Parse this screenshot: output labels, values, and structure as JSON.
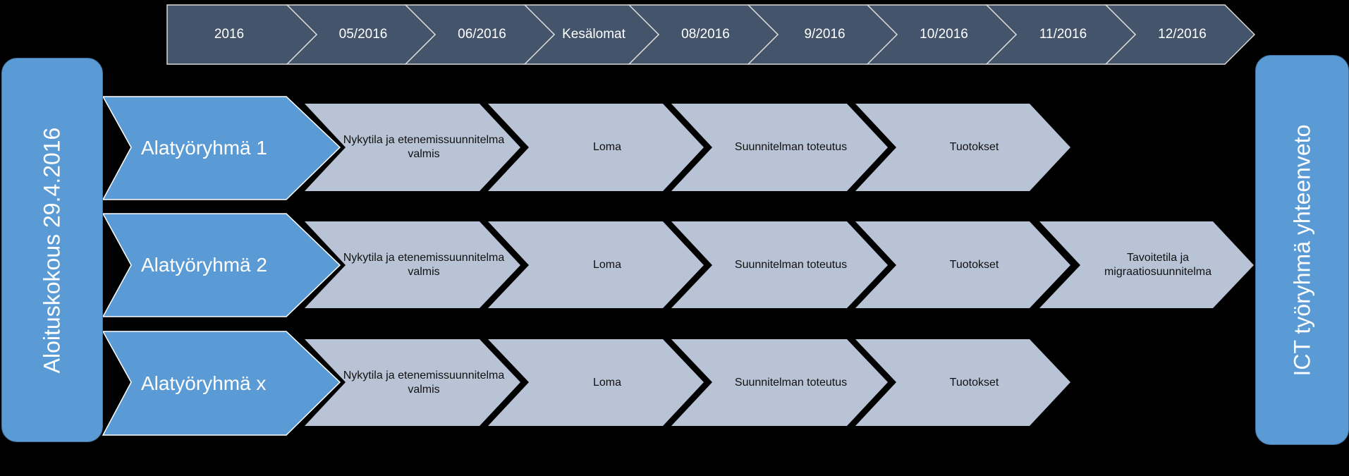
{
  "colors": {
    "background": "#000000",
    "timeline_fill": "#44546a",
    "timeline_stroke": "#d9d9d9",
    "group_fill": "#5b9bd5",
    "step_fill": "#b8c4d6",
    "side_fill": "#5b9bd5"
  },
  "timeline": [
    "2016",
    "05/2016",
    "06/2016",
    "Kesälomat",
    "08/2016",
    "9/2016",
    "10/2016",
    "11/2016",
    "12/2016"
  ],
  "left_box": {
    "label": "Aloituskokous 29.4.2016"
  },
  "right_box": {
    "label": "ICT työryhmä yhteenveto"
  },
  "groups": [
    {
      "label": "Alatyöryhmä 1",
      "steps": [
        "Nykytila ja etenemissuunnitelma valmis",
        "Loma",
        "Suunnitelman toteutus",
        "Tuotokset"
      ]
    },
    {
      "label": "Alatyöryhmä 2",
      "steps": [
        "Nykytila ja etenemissuunnitelma valmis",
        "Loma",
        "Suunnitelman toteutus",
        "Tuotokset",
        "Tavoitetila ja migraatiosuunnitelma"
      ]
    },
    {
      "label": "Alatyöryhmä x",
      "steps": [
        "Nykytila ja etenemissuunnitelma valmis",
        "Loma",
        "Suunnitelman toteutus",
        "Tuotokset"
      ]
    }
  ]
}
